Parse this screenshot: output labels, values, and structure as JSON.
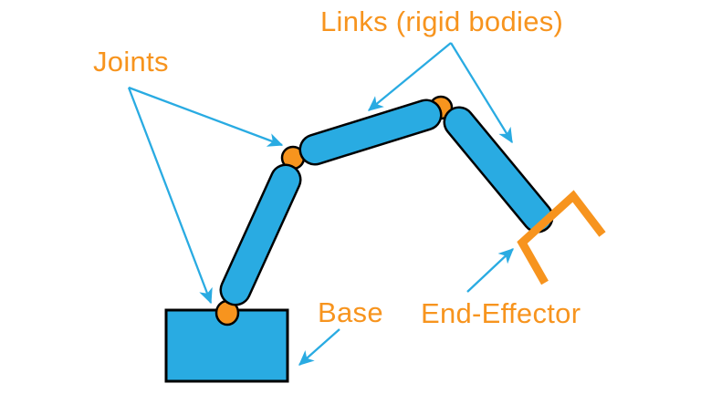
{
  "figure": {
    "joint_count": 3,
    "link_count": 3
  },
  "labels": {
    "joints": "Joints",
    "links": "Links (rigid bodies)",
    "base": "Base",
    "end_effector": "End-Effector"
  },
  "colors": {
    "blue": "#29ABE2",
    "orange": "#F7941E",
    "outline": "#000000",
    "background": "#FFFFFF"
  }
}
